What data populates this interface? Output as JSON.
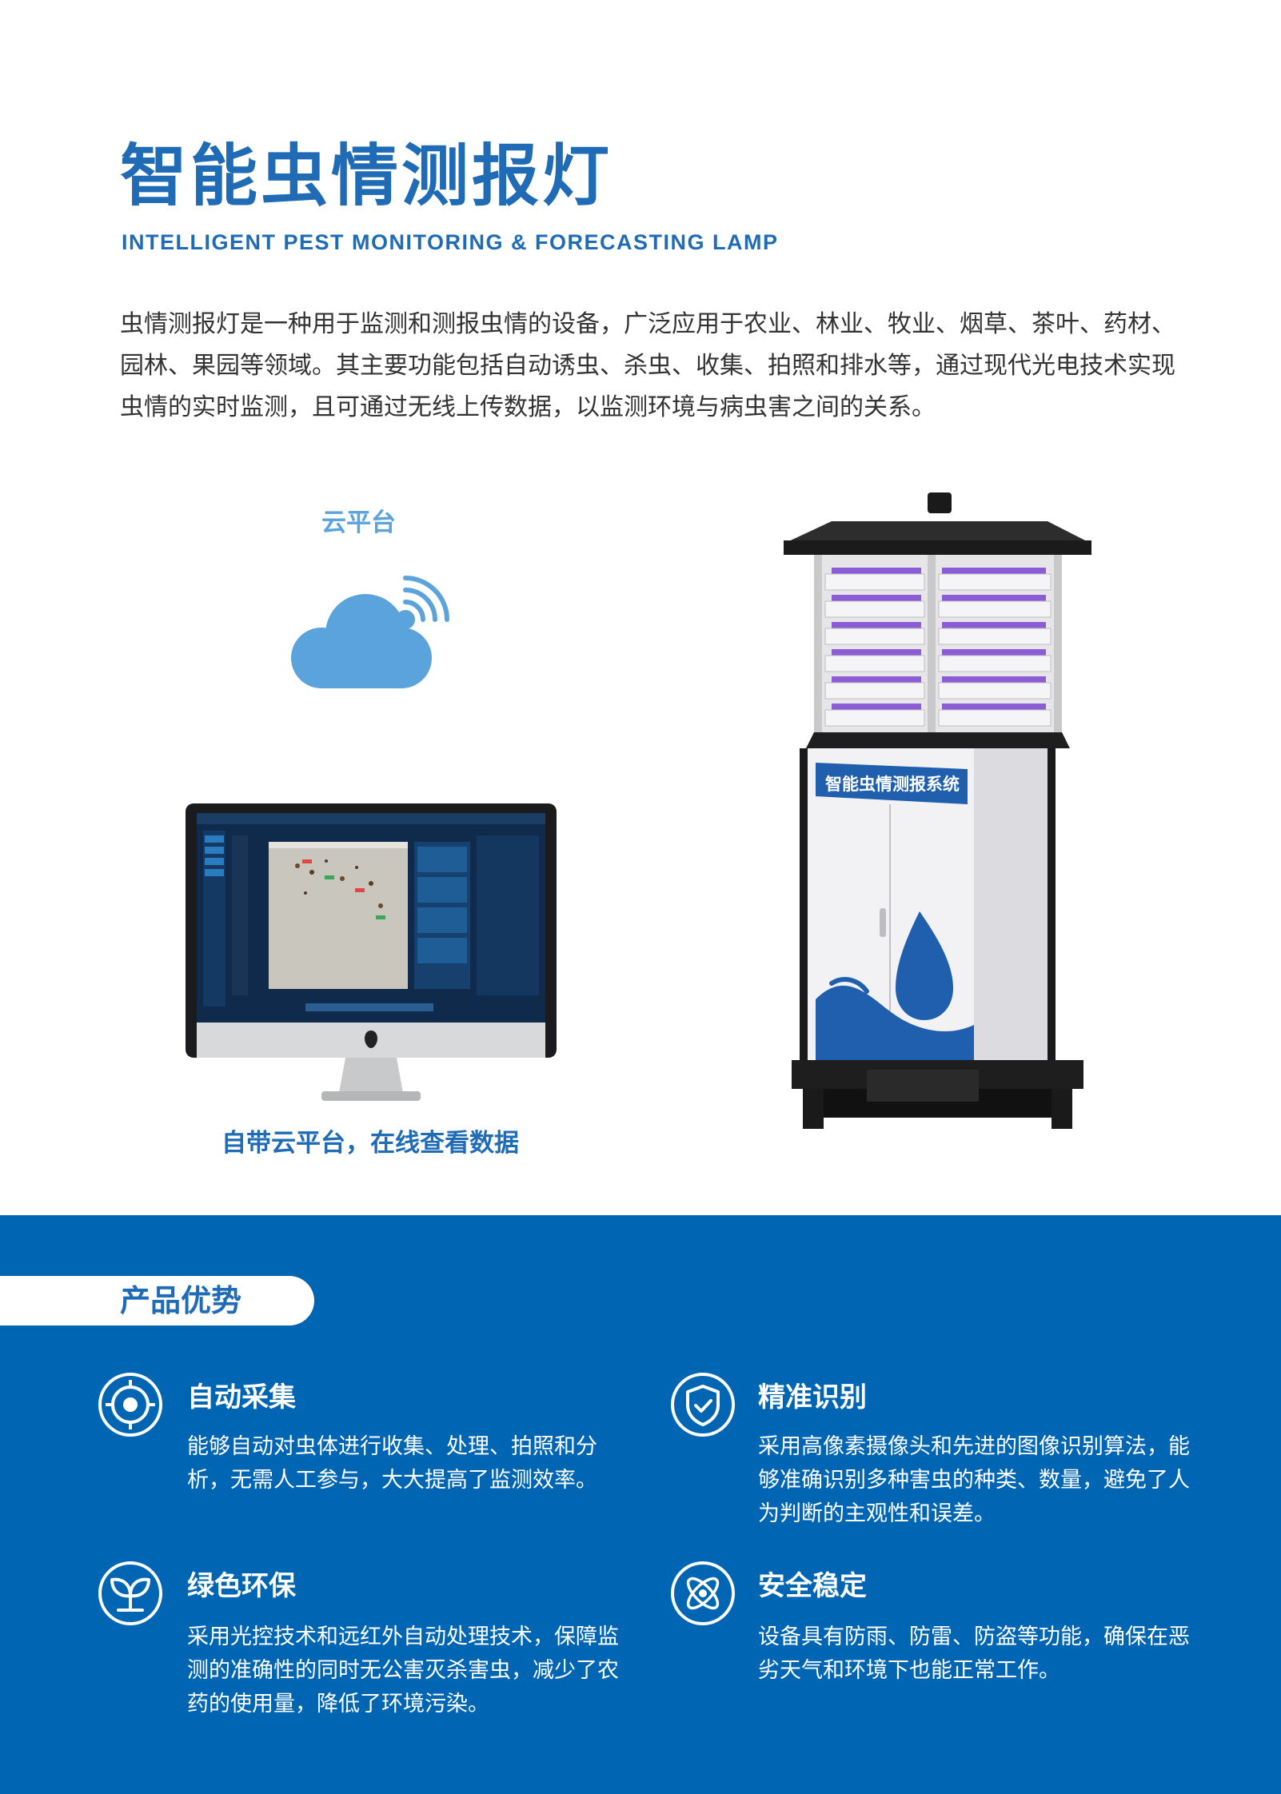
{
  "header": {
    "title_cn": "智能虫情测报灯",
    "title_en": "INTELLIGENT PEST MONITORING & FORECASTING LAMP"
  },
  "intro": {
    "text": "虫情测报灯是一种用于监测和测报虫情的设备，广泛应用于农业、林业、牧业、烟草、茶叶、药材、园林、果园等领域。其主要功能包括自动诱虫、杀虫、收集、拍照和排水等，通过现代光电技术实现虫情的实时监测，且可通过无线上传数据，以监测环境与病虫害之间的关系。"
  },
  "cloud": {
    "label": "云平台",
    "caption": "自带云平台，在线查看数据"
  },
  "device": {
    "panel_text": "智能虫情测报系统"
  },
  "advantages": {
    "heading": "产品优势",
    "items": [
      {
        "icon": "target-icon",
        "title": "自动采集",
        "desc": "能够自动对虫体进行收集、处理、拍照和分析，无需人工参与，大大提高了监测效率。"
      },
      {
        "icon": "shield-check-icon",
        "title": "精准识别",
        "desc": "采用高像素摄像头和先进的图像识别算法，能够准确识别多种害虫的种类、数量，避免了人为判断的主观性和误差。"
      },
      {
        "icon": "sprout-icon",
        "title": "绿色环保",
        "desc": "采用光控技术和远红外自动处理技术，保障监测的准确性的同时无公害灭杀害虫，减少了农药的使用量，降低了环境污染。"
      },
      {
        "icon": "atom-icon",
        "title": "安全稳定",
        "desc": "设备具有防雨、防雷、防盗等功能，确保在恶劣天气和环境下也能正常工作。"
      }
    ]
  },
  "colors": {
    "brand_blue": "#1f6bb6",
    "band_blue": "#0066b3",
    "cloud_blue": "#5aa3dc"
  }
}
